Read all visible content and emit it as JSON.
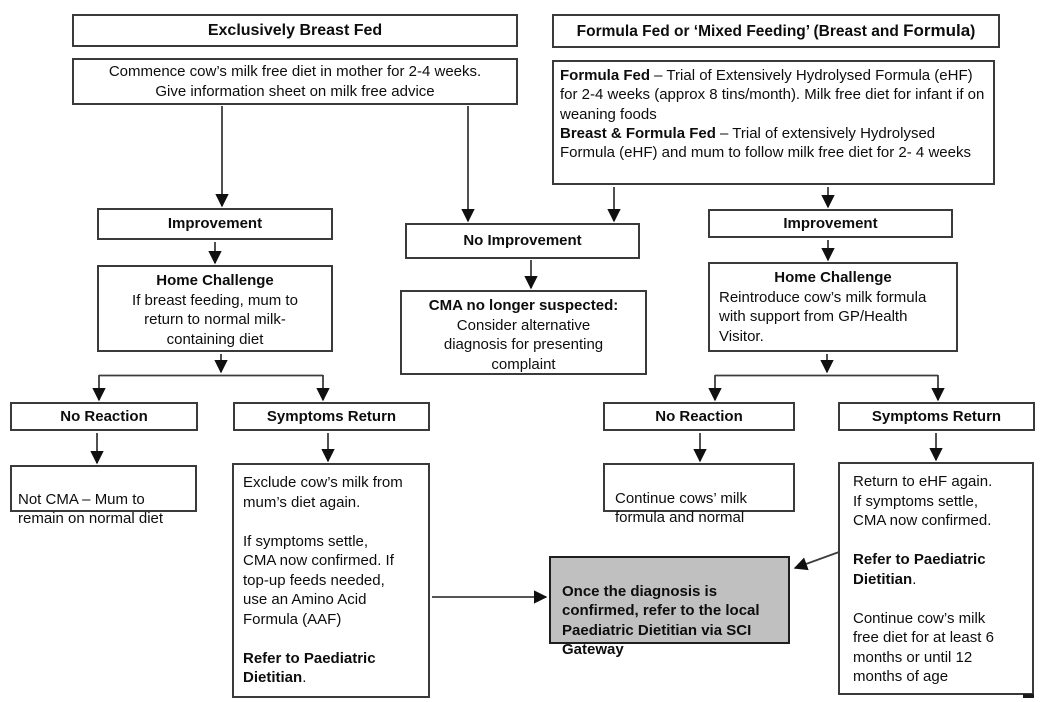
{
  "colors": {
    "gateway_fill": "#c0c0c0",
    "box_border": "#3a3a3a",
    "connector": "#3d3d3d",
    "text": "#0d0d0d"
  },
  "breastfed": {
    "title": "Exclusively Breast Fed",
    "commence": "Commence cow’s milk free diet in mother for 2-4 weeks.\nGive information sheet on milk free advice",
    "improvement": "Improvement",
    "home_challenge_title": "Home Challenge",
    "home_challenge_body": "If breast feeding, mum to\nreturn to normal milk-\ncontaining diet",
    "no_reaction": "No Reaction",
    "symptoms_return": "Symptoms Return",
    "not_cma": "Not CMA – Mum to\nremain on normal diet",
    "exclude_p1": "Exclude cow’s milk from\nmum’s diet again.",
    "exclude_p2": "If symptoms settle,\nCMA now confirmed.  If\ntop-up feeds needed,\nuse an Amino Acid\nFormula (AAF)",
    "exclude_refer_bold": "Refer to Paediatric\nDietitian",
    "exclude_refer_tail": "."
  },
  "middle": {
    "no_improvement": "No Improvement",
    "cma_title": "CMA no longer suspected:",
    "cma_body": "Consider alternative\ndiagnosis for presenting\ncomplaint",
    "gateway": "Once the diagnosis is\nconfirmed, refer to the local\nPaediatric Dietitian via SCI\nGateway"
  },
  "formula": {
    "title_pre": "Formula Fed or ‘Mixed Feeding’ (Breast and ",
    "title_big": "Formula",
    "title_close": ")",
    "detail_1_bold": "Formula Fed",
    "detail_1_text": " – Trial of Extensively Hydrolysed Formula (eHF) for 2-4 weeks (approx 8 tins/month). Milk free diet for infant if on weaning foods",
    "detail_2_bold": "Breast & Formula Fed",
    "detail_2_text": " – Trial of extensively Hydrolysed Formula (eHF) and mum to follow milk free diet for 2- 4 weeks",
    "improvement": "Improvement",
    "home_challenge_title": "Home Challenge",
    "home_challenge_body": "Reintroduce cow’s milk formula\nwith support from GP/Health\nVisitor.",
    "no_reaction": "No Reaction",
    "symptoms_return": "Symptoms Return",
    "continue_text": "Continue cows’ milk\nformula and normal",
    "return_p1": "Return to eHF again.\nIf symptoms settle,\nCMA now confirmed.",
    "return_refer_bold": "Refer to Paediatric\nDietitian",
    "return_refer_tail": ".",
    "return_p3": "Continue cow’s milk\nfree diet for at least 6\nmonths or until 12\nmonths of age"
  }
}
